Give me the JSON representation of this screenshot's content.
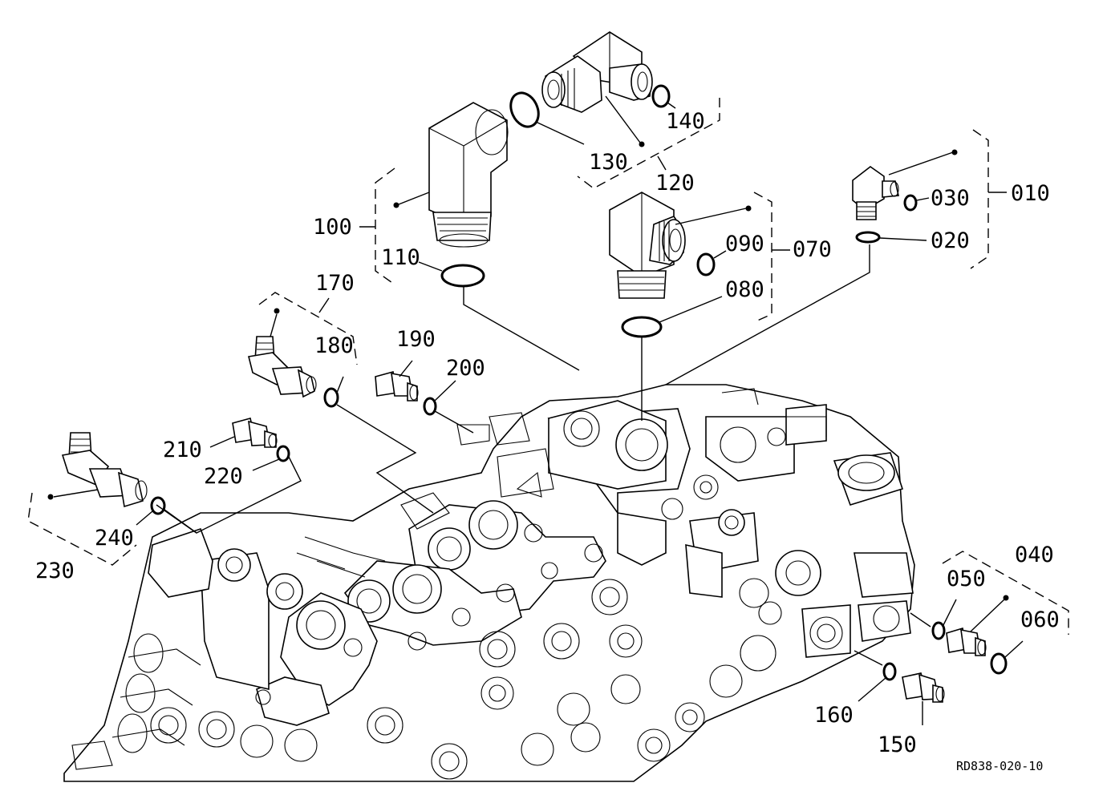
{
  "diagram": {
    "drawing_code": "RD838-020-10",
    "callouts": {
      "c010": "010",
      "c020": "020",
      "c030": "030",
      "c040": "040",
      "c050": "050",
      "c060": "060",
      "c070": "070",
      "c080": "080",
      "c090": "090",
      "c100": "100",
      "c110": "110",
      "c120": "120",
      "c130": "130",
      "c140": "140",
      "c150": "150",
      "c160": "160",
      "c170": "170",
      "c180": "180",
      "c190": "190",
      "c200": "200",
      "c210": "210",
      "c220": "220",
      "c230": "230",
      "c240": "240"
    }
  }
}
